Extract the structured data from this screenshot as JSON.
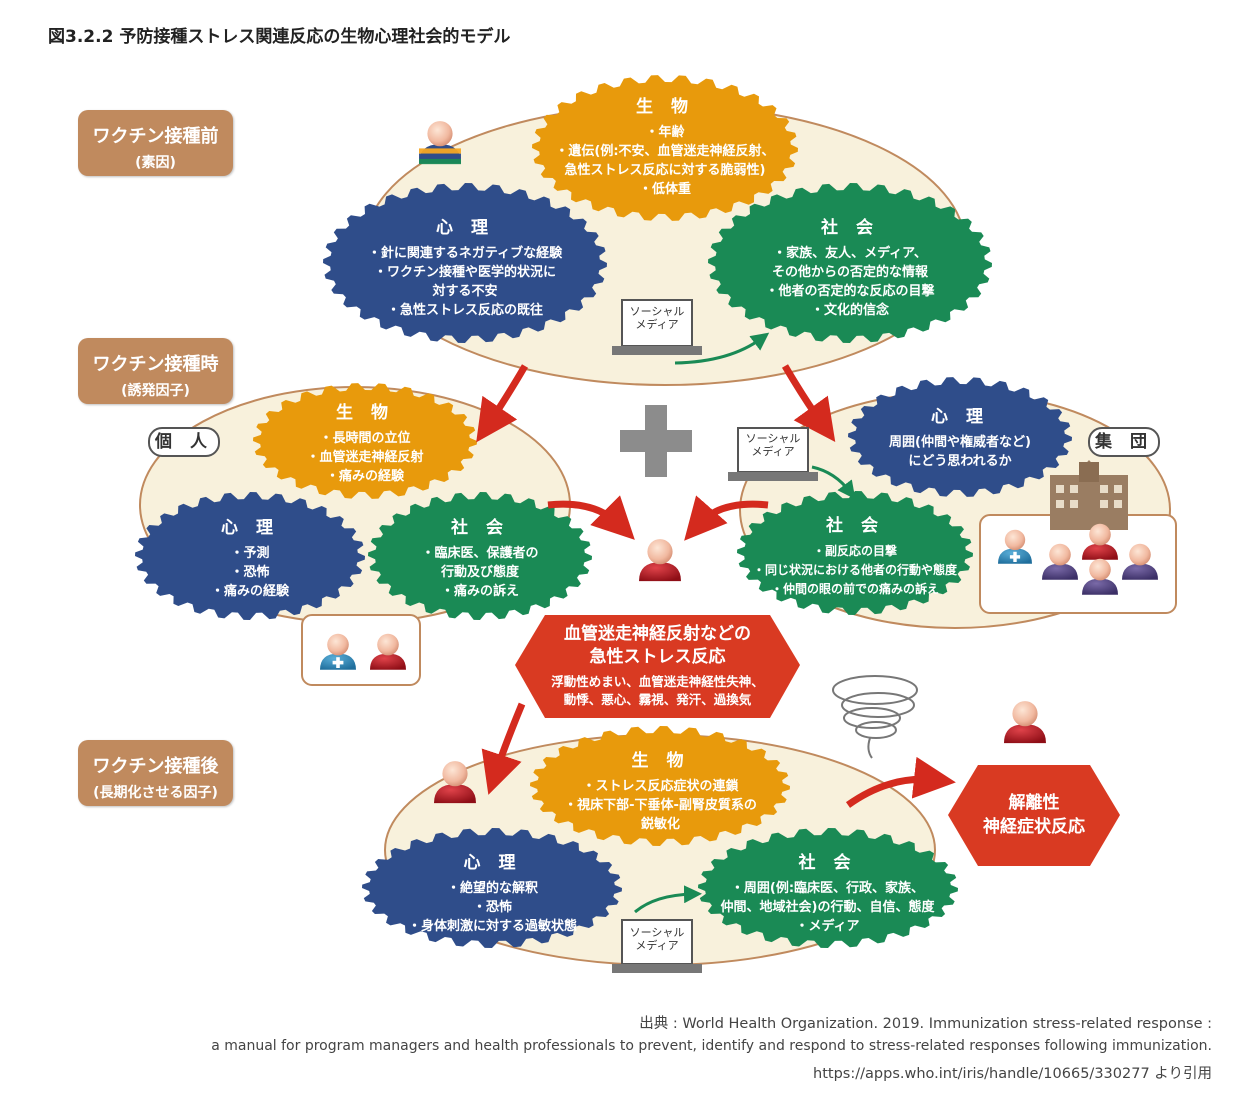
{
  "title": "図3.2.2 予防接種ストレス関連反応の生物心理社会的モデル",
  "phases": {
    "before": {
      "label": "ワクチン接種前",
      "sub": "(素因)"
    },
    "during": {
      "label": "ワクチン接種時",
      "sub": "(誘発因子)"
    },
    "after": {
      "label": "ワクチン接種後",
      "sub": "(長期化させる因子)"
    }
  },
  "before": {
    "bio": {
      "heading": "生 物",
      "lines": [
        "・年齢",
        "・遺伝(例:不安、血管迷走神経反射、",
        "急性ストレス反応に対する脆弱性)",
        "・低体重"
      ]
    },
    "psy": {
      "heading": "心 理",
      "lines": [
        "・針に関連するネガティブな経験",
        "・ワクチン接種や医学的状況に",
        "対する不安",
        "・急性ストレス反応の既往"
      ]
    },
    "soc": {
      "heading": "社 会",
      "lines": [
        "・家族、友人、メディア、",
        "その他からの否定的な情報",
        "・他者の否定的な反応の目撃",
        "・文化的信念"
      ]
    }
  },
  "social_media_label": [
    "ソーシャル",
    "メディア"
  ],
  "individual": {
    "tag": "個 人",
    "bio": {
      "heading": "生 物",
      "lines": [
        "・長時間の立位",
        "・血管迷走神経反射",
        "・痛みの経験"
      ]
    },
    "psy": {
      "heading": "心 理",
      "lines": [
        "・予測",
        "・恐怖",
        "・痛みの経験"
      ]
    },
    "soc": {
      "heading": "社 会",
      "lines": [
        "・臨床医、保護者の",
        "行動及び態度",
        "・痛みの訴え"
      ]
    }
  },
  "group": {
    "tag": "集 団",
    "psy": {
      "heading": "心 理",
      "lines": [
        "周囲(仲間や権威者など)",
        "にどう思われるか"
      ]
    },
    "soc": {
      "heading": "社 会",
      "lines": [
        "・副反応の目撃",
        "・同じ状況における他者の行動や態度",
        "・仲間の眼の前での痛みの訴え"
      ]
    }
  },
  "reaction": {
    "title_lines": [
      "血管迷走神経反射などの",
      "急性ストレス反応"
    ],
    "detail_lines": [
      "浮動性めまい、血管迷走神経性失神、",
      "動悸、悪心、霧視、発汗、過換気"
    ]
  },
  "after": {
    "bio": {
      "heading": "生 物",
      "lines": [
        "・ストレス反応症状の連鎖",
        "・視床下部-下垂体-副腎皮質系の",
        "鋭敏化"
      ]
    },
    "psy": {
      "heading": "心 理",
      "lines": [
        "・絶望的な解釈",
        "・恐怖",
        "・身体刺激に対する過敏状態"
      ]
    },
    "soc": {
      "heading": "社 会",
      "lines": [
        "・周囲(例:臨床医、行政、家族、",
        "仲間、地域社会)の行動、自信、態度",
        "・メディア"
      ]
    }
  },
  "dissociative": {
    "lines": [
      "解離性",
      "神経症状反応"
    ]
  },
  "credit": {
    "line1": "出典 : World Health Organization. 2019. Immunization stress-related response :",
    "line2": "a manual for program managers and health professionals to prevent, identify and respond to stress-related responses following immunization.",
    "line3": "https://apps.who.int/iris/handle/10665/330277 より引用"
  },
  "colors": {
    "bio": "#e89a0c",
    "psy": "#2f4d8a",
    "soc": "#1a8a55",
    "ellipse": "#f8f1dc",
    "ellipse_stroke": "#c08a5e",
    "arrow": "#d42a1e",
    "phase": "#c08a5e",
    "hex": "#d93a22"
  }
}
